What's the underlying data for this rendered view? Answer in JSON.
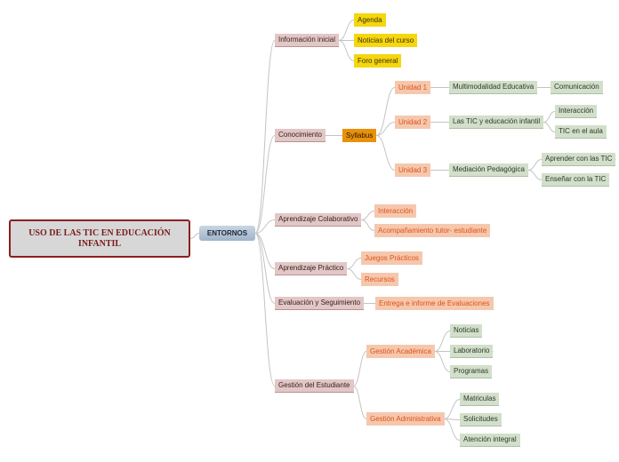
{
  "root": {
    "label": "USO DE LAS TIC EN EDUCACIÓN INFANTIL"
  },
  "hub": {
    "label": "ENTORNOS"
  },
  "branches": {
    "info": {
      "label": "Información inicial",
      "children": [
        "Agenda",
        "Noticias del curso",
        "Foro general"
      ]
    },
    "conocimiento": {
      "label": "Conocimiento",
      "syllabus": "Syllabus",
      "unidades": [
        {
          "label": "Unidad 1",
          "topic": "Multimodalidad Educativa",
          "subs": [
            "Comunicación"
          ]
        },
        {
          "label": "Unidad 2",
          "topic": "Las TIC y educación infantil",
          "subs": [
            "Interacción",
            "TIC en el aula"
          ]
        },
        {
          "label": "Unidad 3",
          "topic": "Mediación Pedagógica",
          "subs": [
            "Aprender con las TIC",
            "Enseñar con la TIC"
          ]
        }
      ]
    },
    "colaborativo": {
      "label": "Aprendizaje Colaborativo",
      "children": [
        "Interacción",
        "Acompañamiento tutor- estudiante"
      ]
    },
    "practico": {
      "label": "Aprendizaje Práctico",
      "children": [
        "Juegos Prácticos",
        "Recursos"
      ]
    },
    "evaluacion": {
      "label": "Evaluación y Seguimiento",
      "children": [
        "Entrega e informe de Evaluaciones"
      ]
    },
    "estudiante": {
      "label": "Gestión del Estudiante",
      "academica": {
        "label": "Gestión Académica",
        "children": [
          "Noticias",
          "Laboratorio",
          "Programas"
        ]
      },
      "administrativa": {
        "label": "Gestión Administrativa",
        "children": [
          "Matriculas",
          "Solicitudes",
          "Atención integral"
        ]
      }
    }
  },
  "colors": {
    "root_border": "#8c1f1f",
    "level1_fill": "#e2c7c7",
    "yellow_fill": "#f5d60f",
    "orange_fill": "#e8920c",
    "salmon_fill": "#f5c8ad",
    "salmon_text": "#e0501a",
    "green_fill": "#d2dfca",
    "connector": "#c4c4c4"
  }
}
